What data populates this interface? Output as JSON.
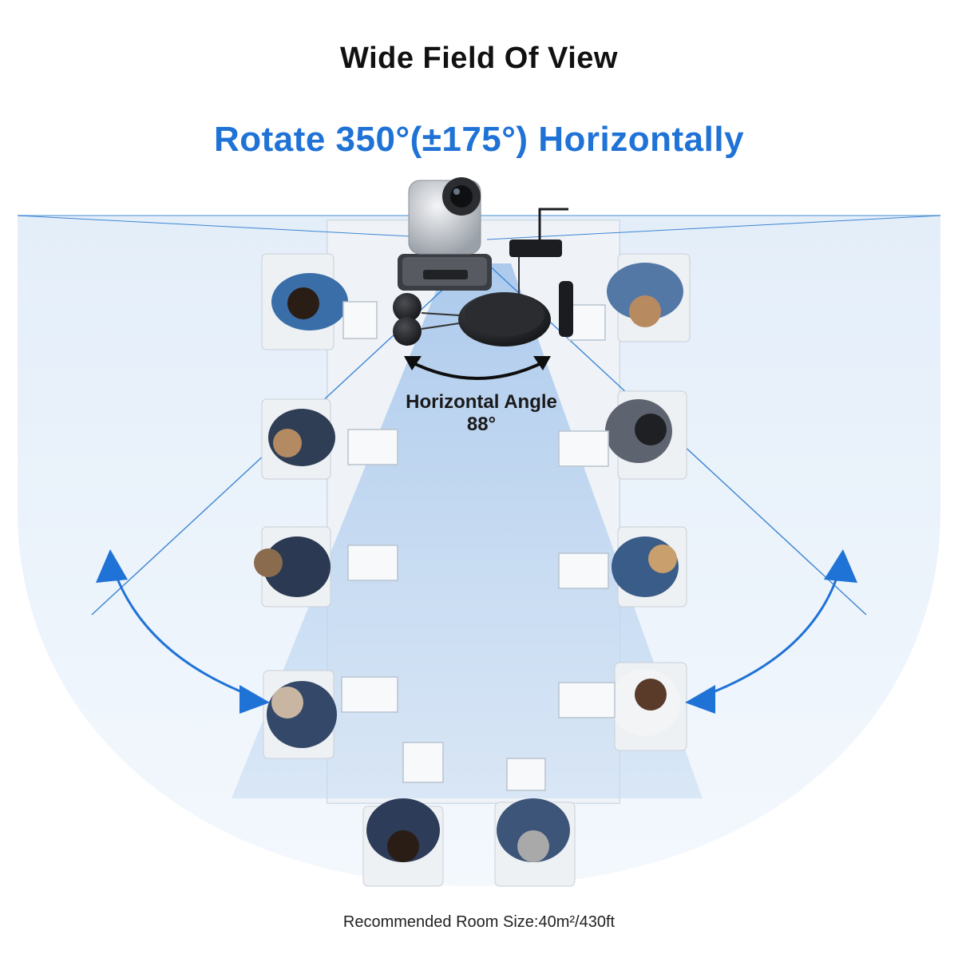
{
  "title": "Wide Field Of View",
  "subtitle": "Rotate 350°(±175°) Horizontally",
  "angle_label": {
    "line1": "Horizontal Angle",
    "line2": "88°"
  },
  "footer": "Recommended Room Size:40m²/430ft",
  "colors": {
    "accent": "#1f72d6",
    "fov_light": "#dbe8f7",
    "beam": "#9cc0e8",
    "table": "#e9eff5"
  },
  "icons": {
    "camera": "ptz-camera-icon",
    "speakerphone": "speakerphone-icon",
    "rotate_arrow": "curved-double-arrow-icon"
  }
}
